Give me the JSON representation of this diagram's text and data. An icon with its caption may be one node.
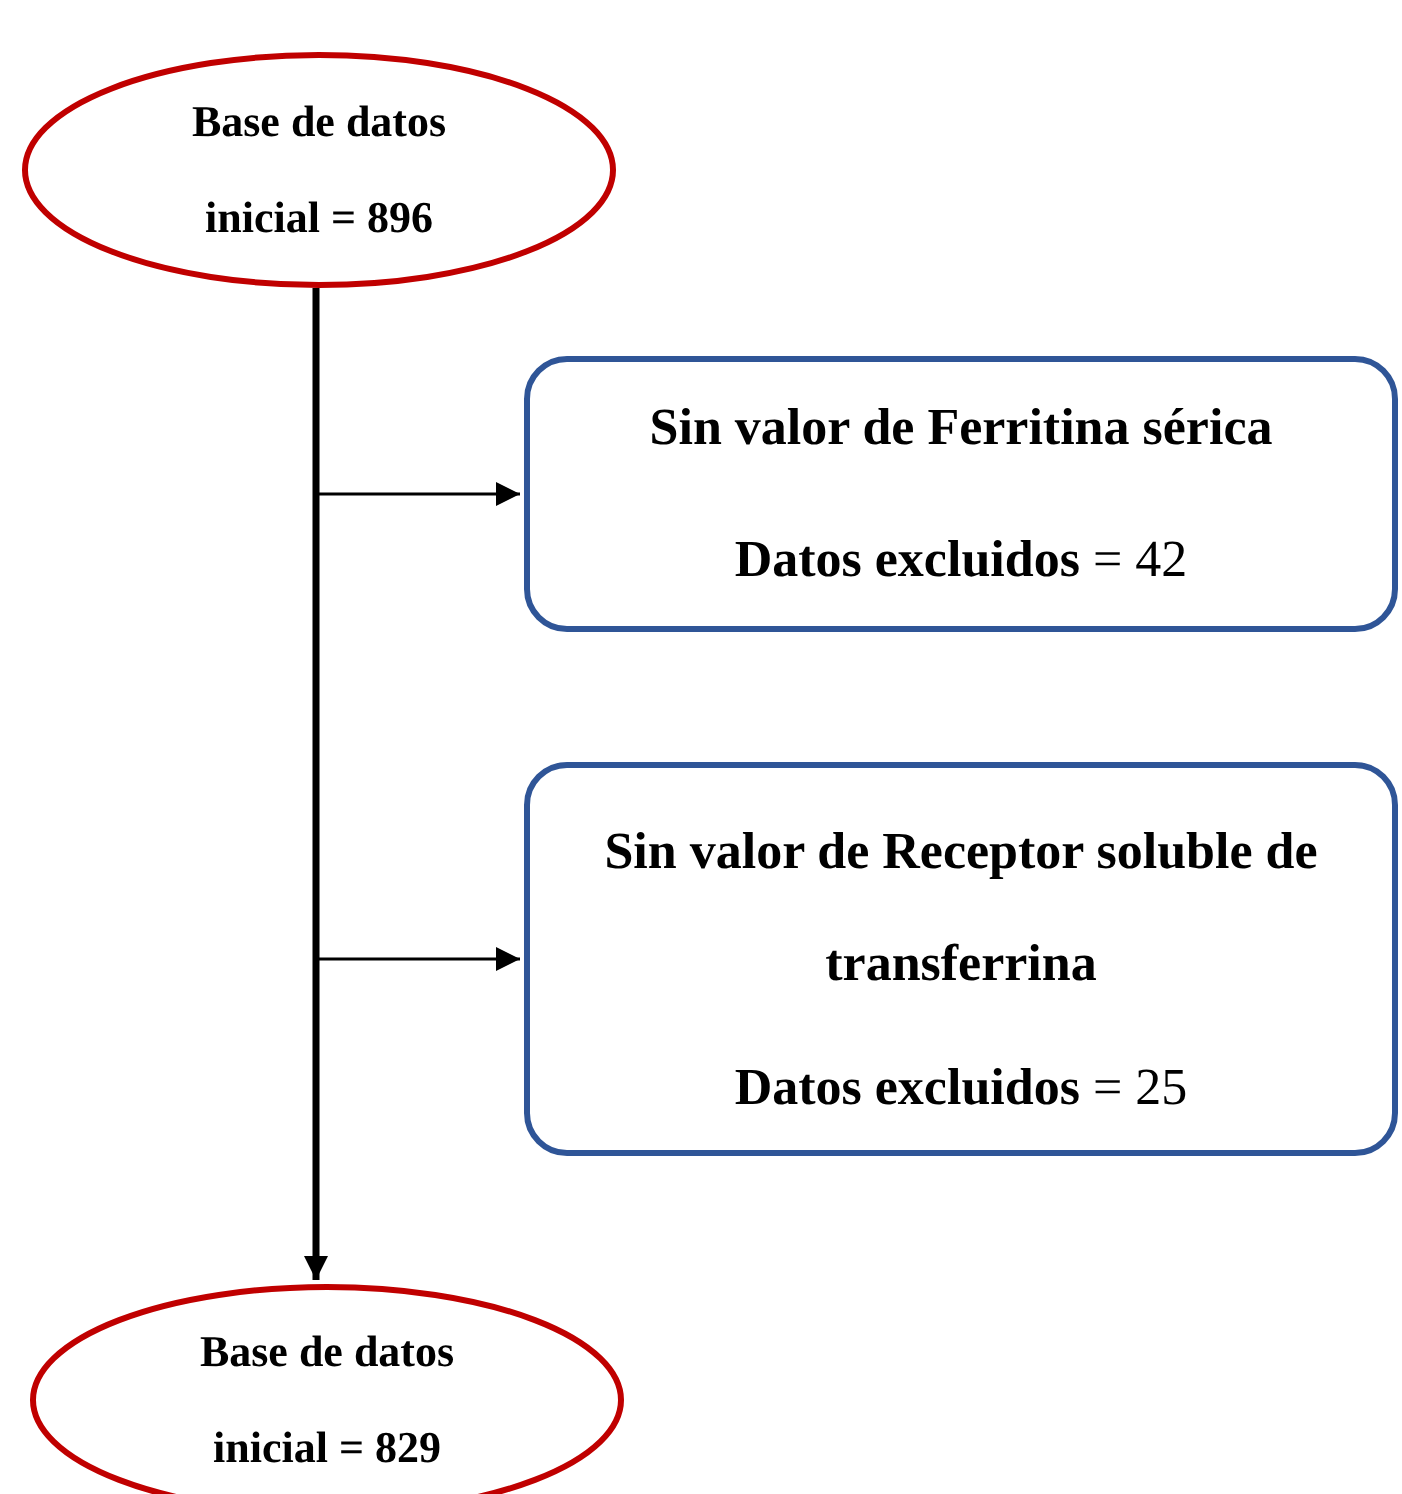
{
  "diagram": {
    "nodes": [
      {
        "text": [
          "Base de datos inicial = 896"
        ]
      },
      {
        "text": [
          "Sin valor de Ferritina sérica",
          "**Datos excluidos** = 42"
        ]
      },
      {
        "text": [
          "Sin valor de Receptor soluble de transferrina",
          "**Datos excluidos** = 25"
        ]
      },
      {
        "text": [
          "Base de datos inicial = 829"
        ]
      }
    ],
    "edges": [
      {
        "from": 0,
        "to": 3,
        "arrow": "to",
        "style": "thick"
      },
      {
        "from": 0,
        "to": 1,
        "arrow": "to"
      },
      {
        "from": 0,
        "to": 2,
        "arrow": "to"
      }
    ]
  }
}
